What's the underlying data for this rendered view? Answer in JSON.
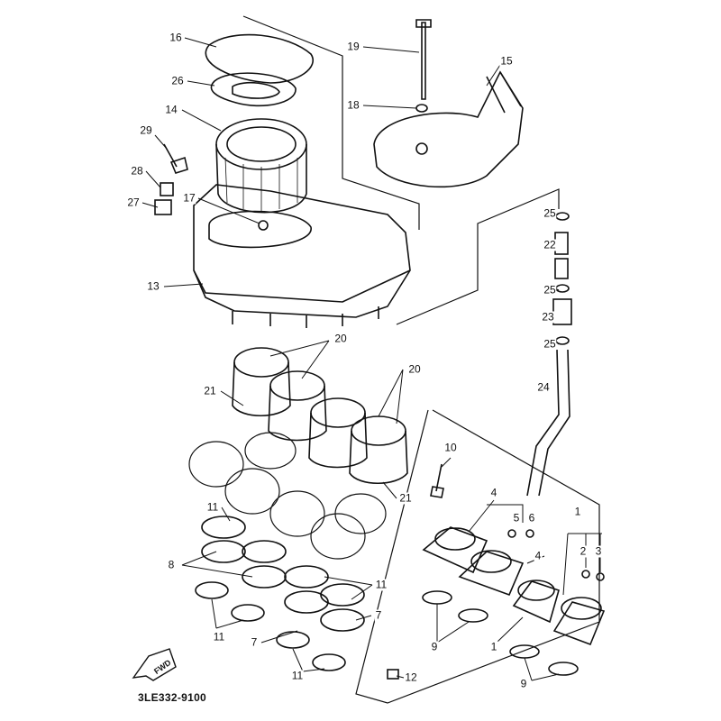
{
  "diagram": {
    "part_labels": [
      "16",
      "26",
      "14",
      "29",
      "28",
      "27",
      "17",
      "13",
      "19",
      "15",
      "18",
      "25",
      "22",
      "25",
      "23",
      "25",
      "24",
      "20",
      "20",
      "21",
      "21",
      "10",
      "4",
      "5",
      "6",
      "4",
      "1",
      "2",
      "3",
      "11",
      "8",
      "11",
      "7",
      "11",
      "7",
      "9",
      "1",
      "9",
      "11",
      "12"
    ],
    "forward_arrow_text": "FWD",
    "catalog_code": "3LE332-9100"
  }
}
